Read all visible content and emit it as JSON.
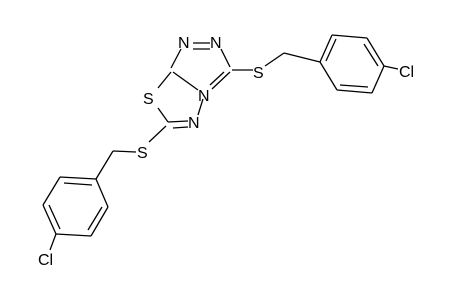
{
  "molecule": {
    "atoms": [
      {
        "id": "n-top-left",
        "label": "N"
      },
      {
        "id": "n-top-right",
        "label": "N"
      },
      {
        "id": "n-bridge",
        "label": "N"
      },
      {
        "id": "n-lower",
        "label": "N"
      },
      {
        "id": "s-ring",
        "label": "S"
      },
      {
        "id": "s-thioether-right",
        "label": "S"
      },
      {
        "id": "s-thioether-left",
        "label": "S"
      },
      {
        "id": "cl-right",
        "label": "Cl"
      },
      {
        "id": "cl-left",
        "label": "Cl"
      }
    ]
  }
}
